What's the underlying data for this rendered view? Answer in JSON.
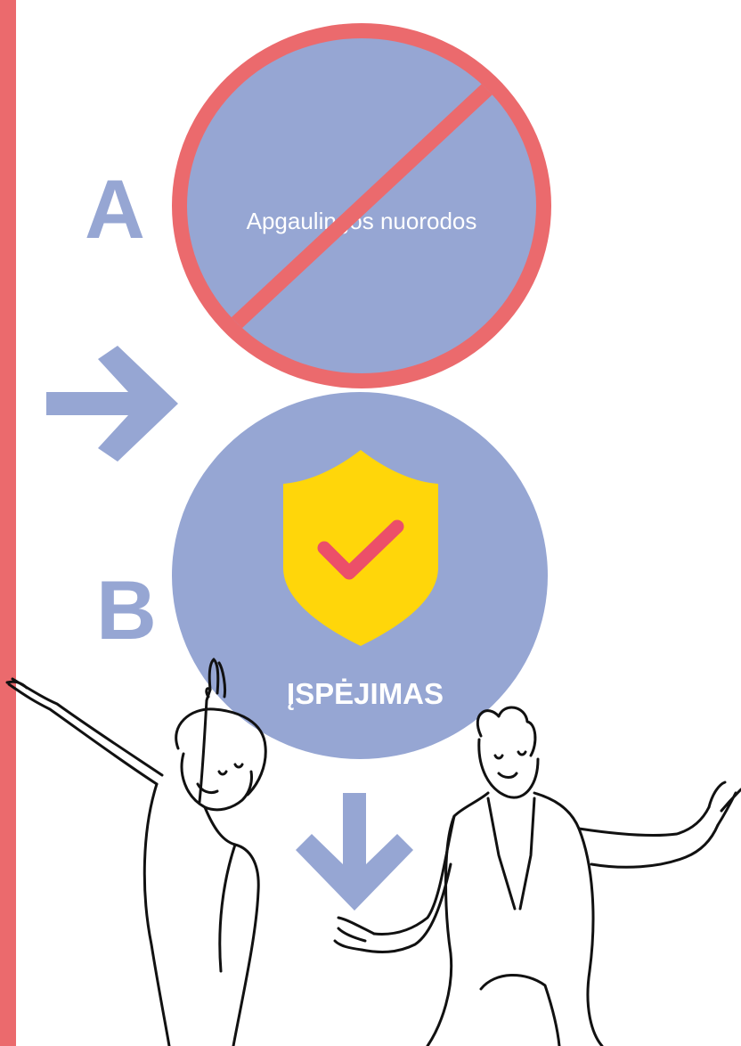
{
  "colors": {
    "accent_red": "#eb6a6d",
    "circle_blue": "#96a6d3",
    "arrow_blue": "#96a6d3",
    "shield_yellow": "#ffd60a",
    "check_red": "#ec4f69",
    "text_white": "#ffffff",
    "line_black": "#111111"
  },
  "labels": {
    "a": "A",
    "b": "B"
  },
  "step_a": {
    "text": "Apgaulingos nuorodos",
    "icon": "prohibited-icon"
  },
  "step_b": {
    "text": "ĮSPĖJIMAS",
    "icon": "shield-check-icon"
  },
  "icons": {
    "right_arrow": "arrow-right-icon",
    "down_arrow": "arrow-down-icon",
    "people": "people-illustration"
  }
}
